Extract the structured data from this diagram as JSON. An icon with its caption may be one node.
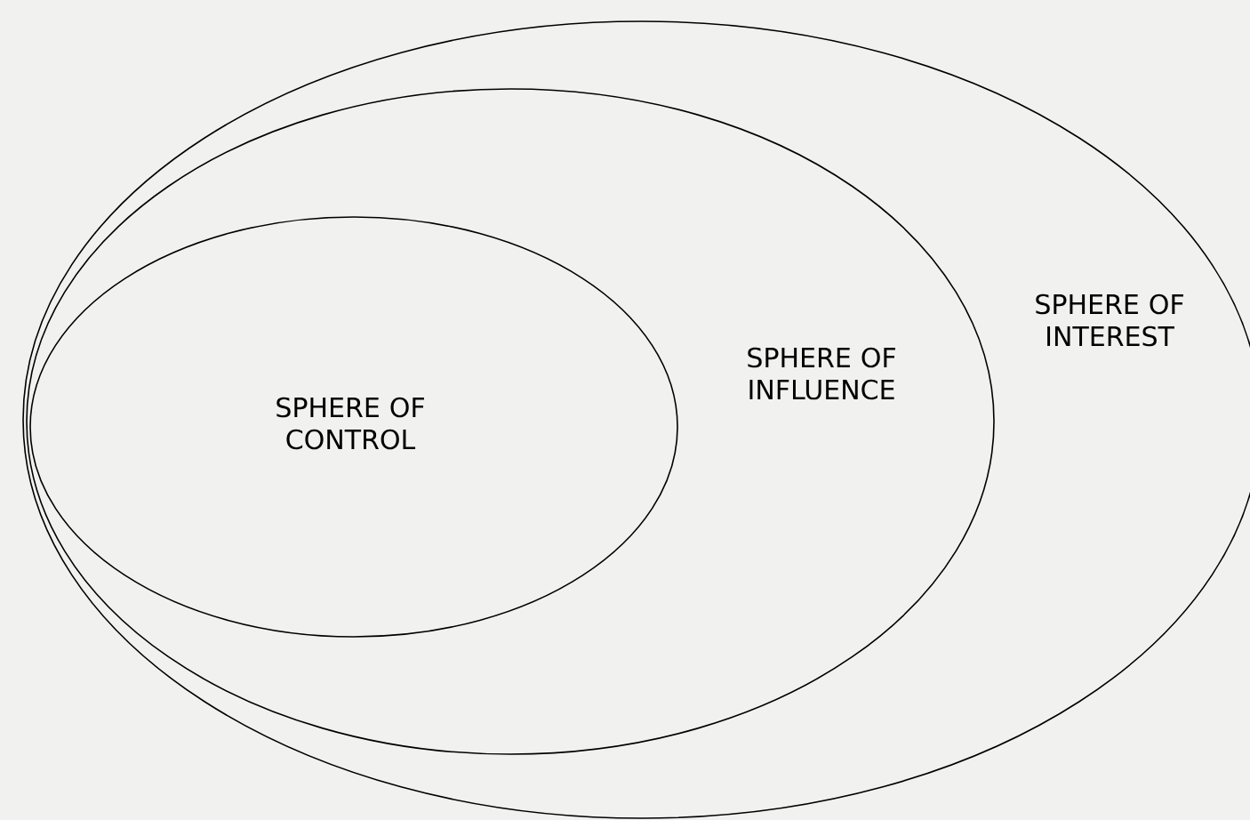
{
  "diagram": {
    "nodes": [
      {
        "text": [
          "SPHERE OF INTEREST"
        ]
      },
      {
        "text": [
          "SPHERE OF INFLUENCE"
        ],
        "in": 0
      },
      {
        "text": [
          "SPHERE OF CONTROL"
        ],
        "in": 1
      }
    ]
  }
}
